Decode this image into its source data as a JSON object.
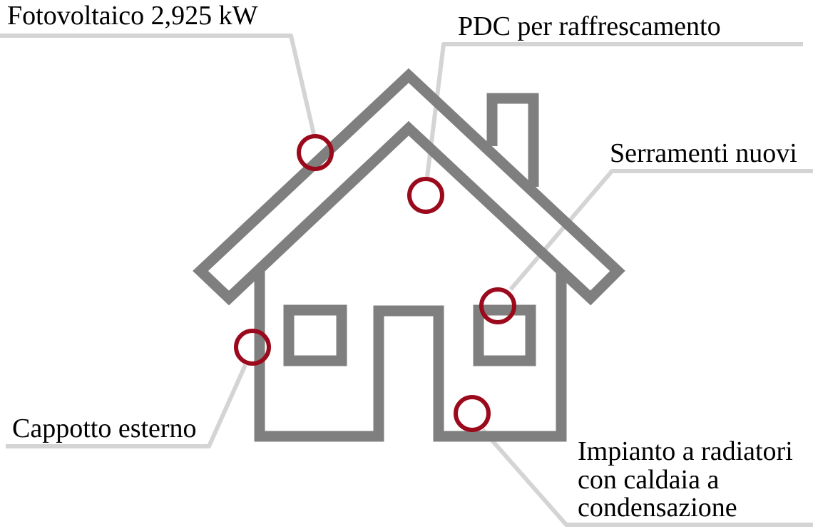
{
  "colors": {
    "house_outline": "#7f7f7f",
    "leader_line": "#d4d4d4",
    "marker": "#9b0a1c",
    "text": "#000000",
    "background": "#ffffff"
  },
  "labels": {
    "photovoltaic": "Fotovoltaico 2,925 kW",
    "heat_pump": "PDC per raffrescamento",
    "windows": "Serramenti nuovi",
    "insulation": "Cappotto esterno",
    "heating_line1": "Impianto a radiatori",
    "heating_line2": "con caldaia a",
    "heating_line3": "condensazione"
  }
}
